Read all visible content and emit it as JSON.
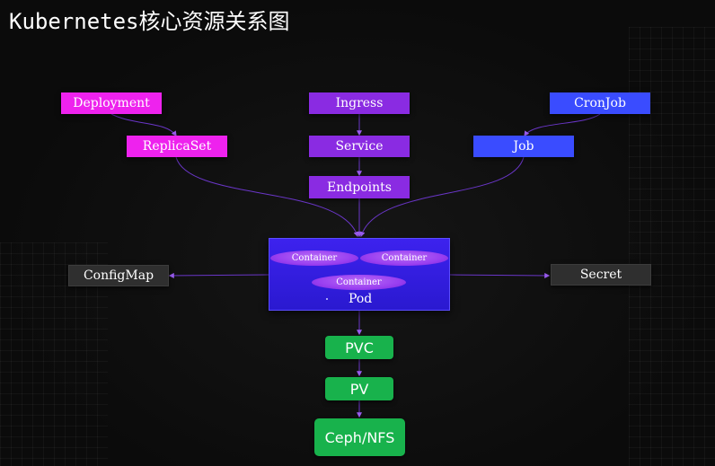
{
  "title": "Kubernetes核心资源关系图",
  "nodes": {
    "deployment": "Deployment",
    "replicaset": "ReplicaSet",
    "ingress": "Ingress",
    "service": "Service",
    "endpoints": "Endpoints",
    "cronjob": "CronJob",
    "job": "Job",
    "configmap": "ConfigMap",
    "secret": "Secret",
    "pvc": "PVC",
    "pv": "PV",
    "storage": "Ceph/NFS"
  },
  "pod": {
    "label": "Pod",
    "containers": [
      "Container",
      "Container",
      "Container"
    ]
  },
  "colors": {
    "workload": "#ee22ee",
    "network": "#8a2be2",
    "batch": "#3a4cff",
    "config": "#2f2f2f",
    "storage": "#18b24c",
    "pod": "#3d22ee",
    "container": "#9a3ff0",
    "connector": "#7a3ad0"
  }
}
